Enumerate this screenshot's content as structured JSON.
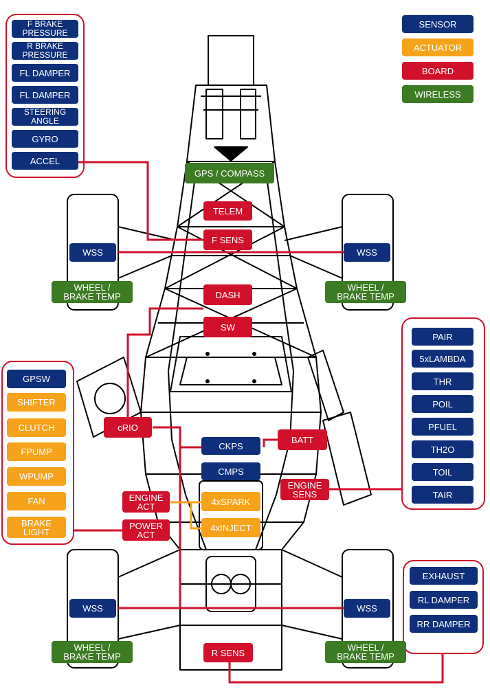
{
  "colors": {
    "sensor": "#0f2f7a",
    "actuator": "#f7a21b",
    "board": "#d1102b",
    "wireless": "#3c7a23",
    "wire": "#d1102b",
    "car_outline": "#000000"
  },
  "legend": {
    "sensor": "SENSOR",
    "actuator": "ACTUATOR",
    "board": "BOARD",
    "wireless": "WIRELESS"
  },
  "front_sensor_group": [
    "F BRAKE\nPRESSURE",
    "R BRAKE\nPRESSURE",
    "FL DAMPER",
    "FL DAMPER",
    "STEERING\nANGLE",
    "GYRO",
    "ACCEL"
  ],
  "actuator_group": {
    "sensor": "GPSW",
    "actuators": [
      "SHIFTER",
      "CLUTCH",
      "FPUMP",
      "WPUMP",
      "FAN",
      "BRAKE\nLIGHT"
    ]
  },
  "engine_sensor_group": [
    "PAIR",
    "5xLAMBDA",
    "THR",
    "POIL",
    "PFUEL",
    "TH2O",
    "TOIL",
    "TAIR"
  ],
  "rear_sensor_group": [
    "EXHAUST",
    "RL DAMPER",
    "RR DAMPER"
  ],
  "center": {
    "gps": "GPS / COMPASS",
    "telem": "TELEM",
    "fsens": "F SENS",
    "dash": "DASH",
    "sw": "SW",
    "crio": "cRIO",
    "batt": "BATT",
    "ckps": "CKPS",
    "cmps": "CMPS",
    "engine_act": "ENGINE\nACT",
    "power_act": "POWER\nACT",
    "engine_sens": "ENGINE\nSENS",
    "spark": "4xSPARK",
    "inject": "4xINJECT",
    "rsens": "R SENS"
  },
  "wheels": {
    "wss_fl": "WSS",
    "wss_fr": "WSS",
    "wss_rl": "WSS",
    "wss_rr": "WSS",
    "temp_fl": "WHEEL /\nBRAKE TEMP",
    "temp_fr": "WHEEL /\nBRAKE TEMP",
    "temp_rl": "WHEEL /\nBRAKE TEMP",
    "temp_rr": "WHEEL /\nBRAKE TEMP"
  }
}
